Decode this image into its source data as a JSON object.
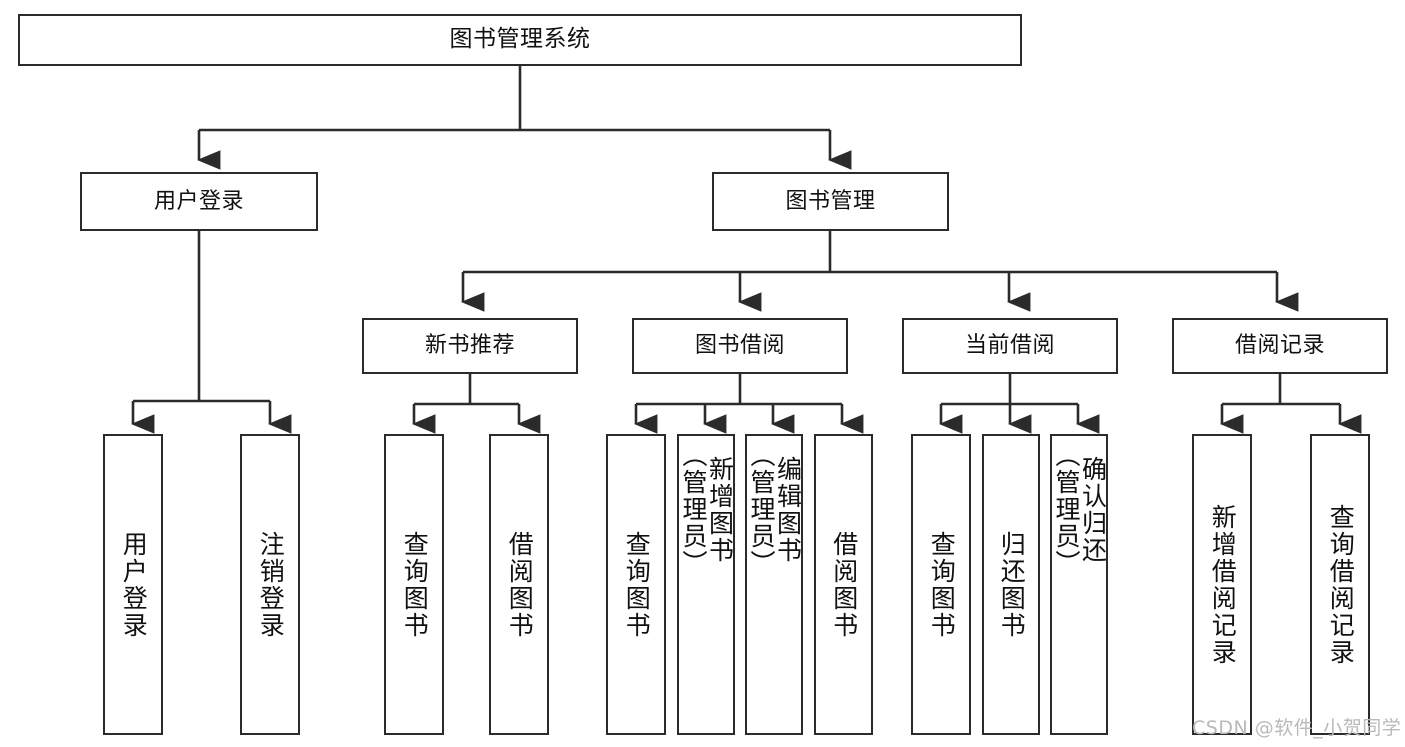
{
  "diagram": {
    "type": "tree-hierarchy",
    "title": "图书管理系统",
    "orientation": "top-down",
    "stroke_color": "#2b2b2b",
    "fill_color": "#ffffff",
    "text_color": "#111111"
  },
  "root": {
    "label": "图书管理系统"
  },
  "level1": [
    {
      "label": "用户登录"
    },
    {
      "label": "图书管理"
    }
  ],
  "level2": [
    {
      "label": "新书推荐"
    },
    {
      "label": "图书借阅"
    },
    {
      "label": "当前借阅"
    },
    {
      "label": "借阅记录"
    }
  ],
  "leaves": [
    {
      "label": "用户登录",
      "parent": "用户登录"
    },
    {
      "label": "注销登录",
      "parent": "用户登录"
    },
    {
      "label": "查询图书",
      "parent": "新书推荐"
    },
    {
      "label": "借阅图书",
      "parent": "新书推荐"
    },
    {
      "label": "查询图书",
      "parent": "图书借阅"
    },
    {
      "label": "新增图书\n（管理员）",
      "parent": "图书借阅"
    },
    {
      "label": "编辑图书\n（管理员）",
      "parent": "图书借阅"
    },
    {
      "label": "借阅图书",
      "parent": "图书借阅"
    },
    {
      "label": "查询图书",
      "parent": "当前借阅"
    },
    {
      "label": "归还图书",
      "parent": "当前借阅"
    },
    {
      "label": "确认归还\n（管理员）",
      "parent": "当前借阅"
    },
    {
      "label": "新增借阅记录",
      "parent": "借阅记录"
    },
    {
      "label": "查询借阅记录",
      "parent": "借阅记录"
    }
  ],
  "watermark": {
    "text": "CSDN @软件_小贺同学"
  }
}
